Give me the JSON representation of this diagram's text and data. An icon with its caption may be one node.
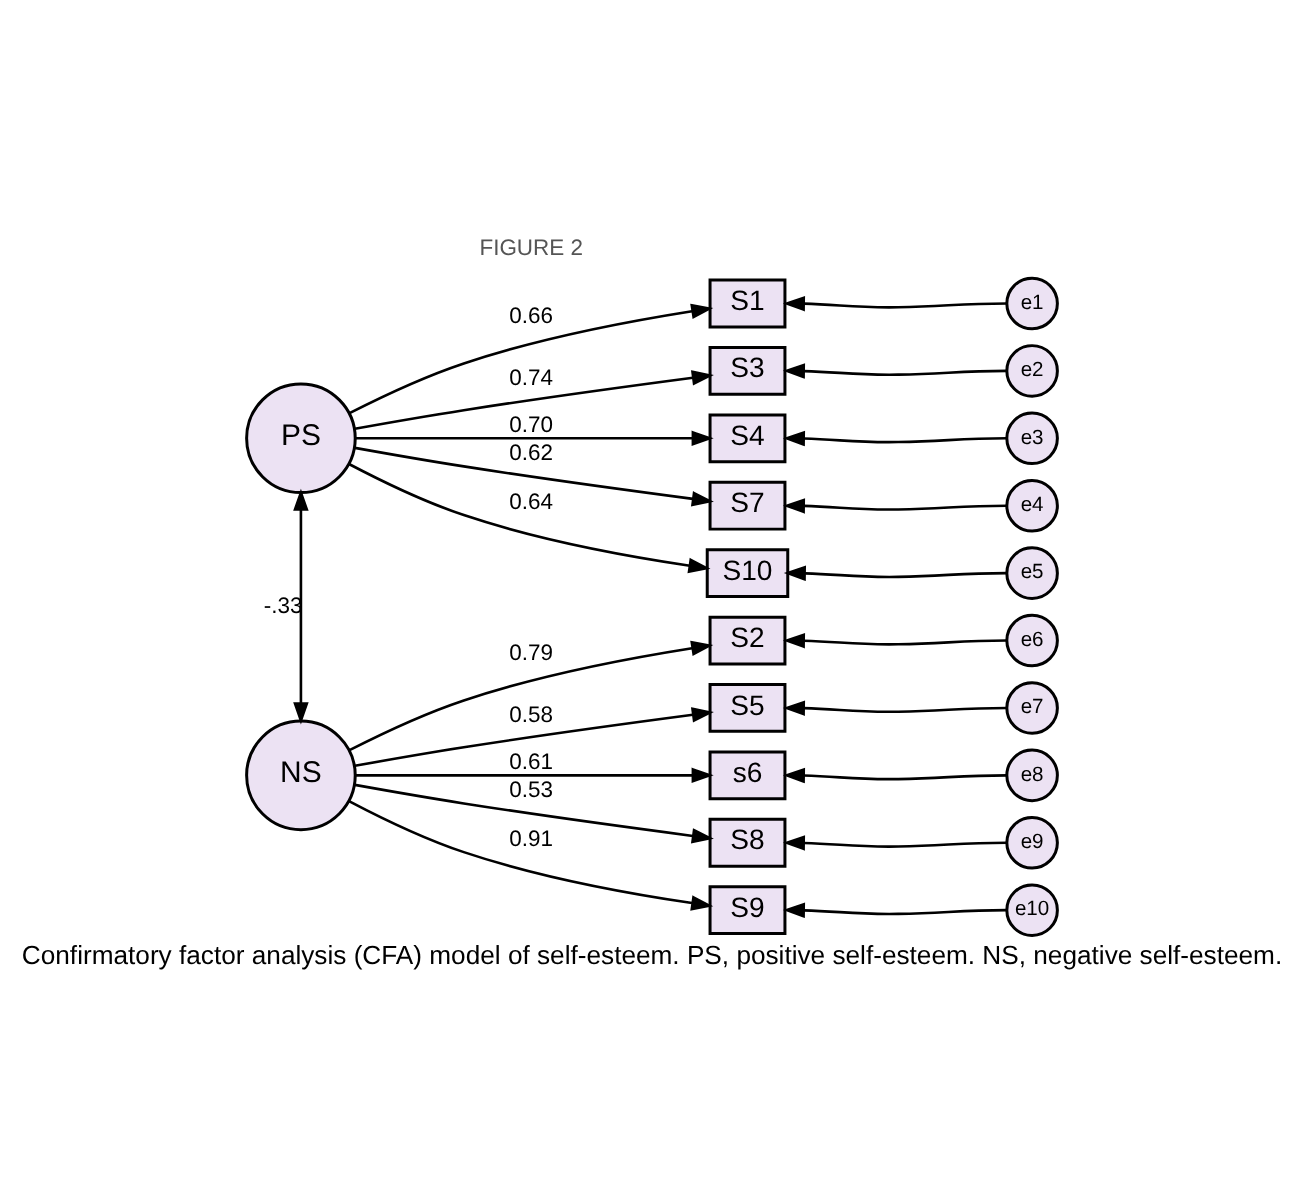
{
  "diagram": {
    "caption": "Confirmatory factor analysis (CFA) model of self-esteem. PS, positive self-esteem. NS, negative self-esteem.",
    "nodes": [
      {
        "text": [
          "PS"
        ]
      },
      {
        "text": [
          "S1"
        ]
      },
      {
        "text": [
          "S3"
        ]
      },
      {
        "text": [
          "S4"
        ]
      },
      {
        "text": [
          "S7"
        ]
      },
      {
        "text": [
          "S10"
        ]
      },
      {
        "text": [
          "e1"
        ]
      },
      {
        "text": [
          "e2"
        ]
      },
      {
        "text": [
          "e3"
        ]
      },
      {
        "text": [
          "e4"
        ]
      },
      {
        "text": [
          "e5"
        ]
      },
      {
        "text": [
          "NS"
        ]
      },
      {
        "text": [
          "S2"
        ]
      },
      {
        "text": [
          "S5"
        ]
      },
      {
        "text": [
          "s6"
        ]
      },
      {
        "text": [
          "S8"
        ]
      },
      {
        "text": [
          "S9"
        ]
      },
      {
        "text": [
          "e6"
        ]
      },
      {
        "text": [
          "e7"
        ]
      },
      {
        "text": [
          "e8"
        ]
      },
      {
        "text": [
          "e9"
        ]
      },
      {
        "text": [
          "e10"
        ]
      }
    ],
    "edges": [
      {
        "from": 0,
        "to": 11,
        "arrow": "both",
        "label": "-.33"
      },
      {
        "from": 0,
        "to": 1,
        "arrow": "to",
        "label": "0.66"
      },
      {
        "from": 0,
        "to": 2,
        "arrow": "to",
        "label": "0.74"
      },
      {
        "from": 0,
        "to": 3,
        "arrow": "to",
        "label": "0.70"
      },
      {
        "from": 0,
        "to": 4,
        "arrow": "to",
        "label": "0.62"
      },
      {
        "from": 0,
        "to": 5,
        "arrow": "to",
        "label": "0.64"
      },
      {
        "from": 6,
        "to": 1,
        "arrow": "to"
      },
      {
        "from": 7,
        "to": 2,
        "arrow": "to"
      },
      {
        "from": 8,
        "to": 3,
        "arrow": "to"
      },
      {
        "from": 9,
        "to": 4,
        "arrow": "to"
      },
      {
        "from": 10,
        "to": 5,
        "arrow": "to"
      },
      {
        "from": 11,
        "to": 12,
        "arrow": "to",
        "label": "0.79"
      },
      {
        "from": 11,
        "to": 13,
        "arrow": "to",
        "label": "0.58"
      },
      {
        "from": 11,
        "to": 14,
        "arrow": "to",
        "label": "0.61"
      },
      {
        "from": 11,
        "to": 15,
        "arrow": "to",
        "label": "0.53"
      },
      {
        "from": 11,
        "to": 16,
        "arrow": "to",
        "label": "0.91"
      },
      {
        "from": 17,
        "to": 12,
        "arrow": "to"
      },
      {
        "from": 18,
        "to": 13,
        "arrow": "to"
      },
      {
        "from": 19,
        "to": 14,
        "arrow": "to"
      },
      {
        "from": 20,
        "to": 15,
        "arrow": "to"
      },
      {
        "from": 21,
        "to": 16,
        "arrow": "to"
      }
    ],
    "labels": [
      "FIGURE 2"
    ]
  }
}
